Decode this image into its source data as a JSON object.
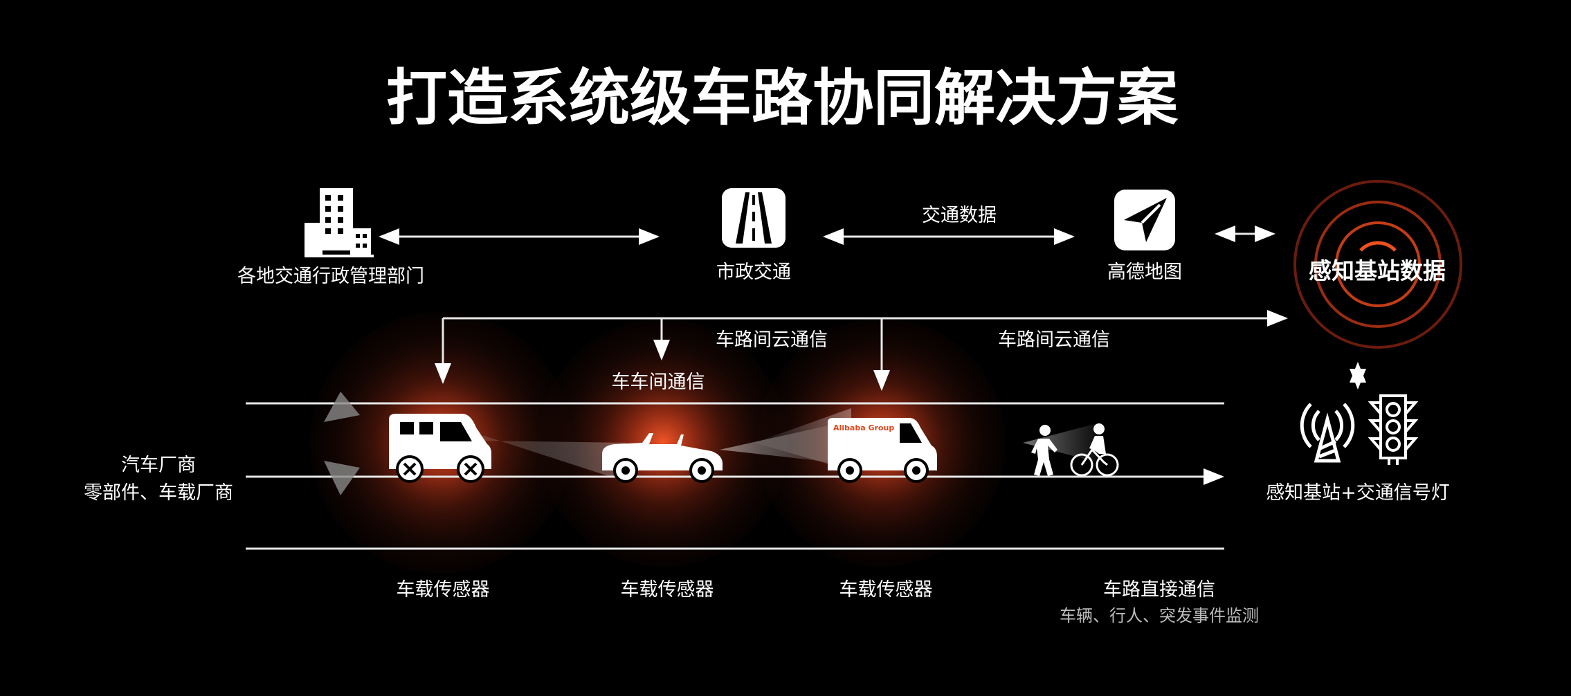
{
  "title": "打造系统级车路协同解决方案",
  "top_row": {
    "admin_label": "各地交通行政管理部门",
    "municipal_label": "市政交通",
    "traffic_data_label": "交通数据",
    "gaode_label": "高德地图",
    "sensor_data_label": "感知基站数据"
  },
  "comm": {
    "cloud_label_1": "车路间云通信",
    "cloud_label_2": "车路间云通信",
    "v2v_label": "车车间通信"
  },
  "left": {
    "line1": "汽车厂商",
    "line2": "零部件、车载厂商"
  },
  "vehicles": [
    {
      "label": "车载传感器"
    },
    {
      "label": "车载传感器"
    },
    {
      "label": "车载传感器"
    }
  ],
  "direct": {
    "label": "车路直接通信",
    "sub": "车辆、行人、突发事件监测"
  },
  "right_label": "感知基站+交通信号灯",
  "truck_brand": "Alibaba Group",
  "colors": {
    "accent": "#e0461c",
    "background": "#000000",
    "text": "#ffffff"
  }
}
